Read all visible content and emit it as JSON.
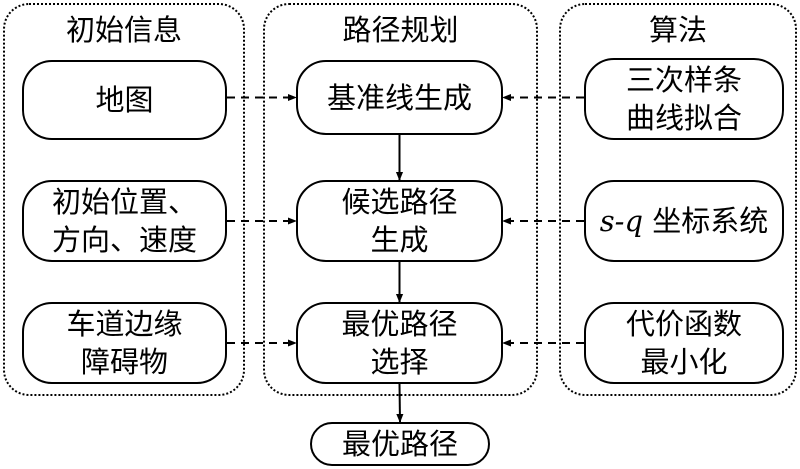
{
  "groups": {
    "initial_info": {
      "title": "初始信息"
    },
    "path_planning": {
      "title": "路径规划"
    },
    "algorithm": {
      "title": "算法"
    }
  },
  "nodes": {
    "map": {
      "lines": [
        "地图"
      ]
    },
    "initial_state": {
      "lines": [
        "初始位置、",
        "方向、速度"
      ]
    },
    "lane_obstacles": {
      "lines": [
        "车道边缘",
        "障碍物"
      ]
    },
    "reference_line": {
      "lines": [
        "基准线生成"
      ]
    },
    "candidate_paths": {
      "lines": [
        "候选路径",
        "生成"
      ]
    },
    "optimal_selection": {
      "lines": [
        "最优路径",
        "选择"
      ]
    },
    "cubic_spline": {
      "lines": [
        "三次样条",
        "曲线拟合"
      ]
    },
    "sq_coordinates": {
      "math": "s-q",
      "text": " 坐标系统"
    },
    "cost_function": {
      "lines": [
        "代价函数",
        "最小化"
      ]
    },
    "optimal_path": {
      "lines": [
        "最优路径"
      ]
    }
  },
  "edges": [
    {
      "from": "map",
      "to": "reference_line",
      "style": "dashed"
    },
    {
      "from": "initial_state",
      "to": "candidate_paths",
      "style": "dashed"
    },
    {
      "from": "lane_obstacles",
      "to": "optimal_selection",
      "style": "dashed"
    },
    {
      "from": "cubic_spline",
      "to": "reference_line",
      "style": "dashed"
    },
    {
      "from": "sq_coordinates",
      "to": "candidate_paths",
      "style": "dashed"
    },
    {
      "from": "cost_function",
      "to": "optimal_selection",
      "style": "dashed"
    },
    {
      "from": "reference_line",
      "to": "candidate_paths",
      "style": "solid"
    },
    {
      "from": "candidate_paths",
      "to": "optimal_selection",
      "style": "solid"
    },
    {
      "from": "optimal_selection",
      "to": "optimal_path",
      "style": "solid"
    }
  ]
}
